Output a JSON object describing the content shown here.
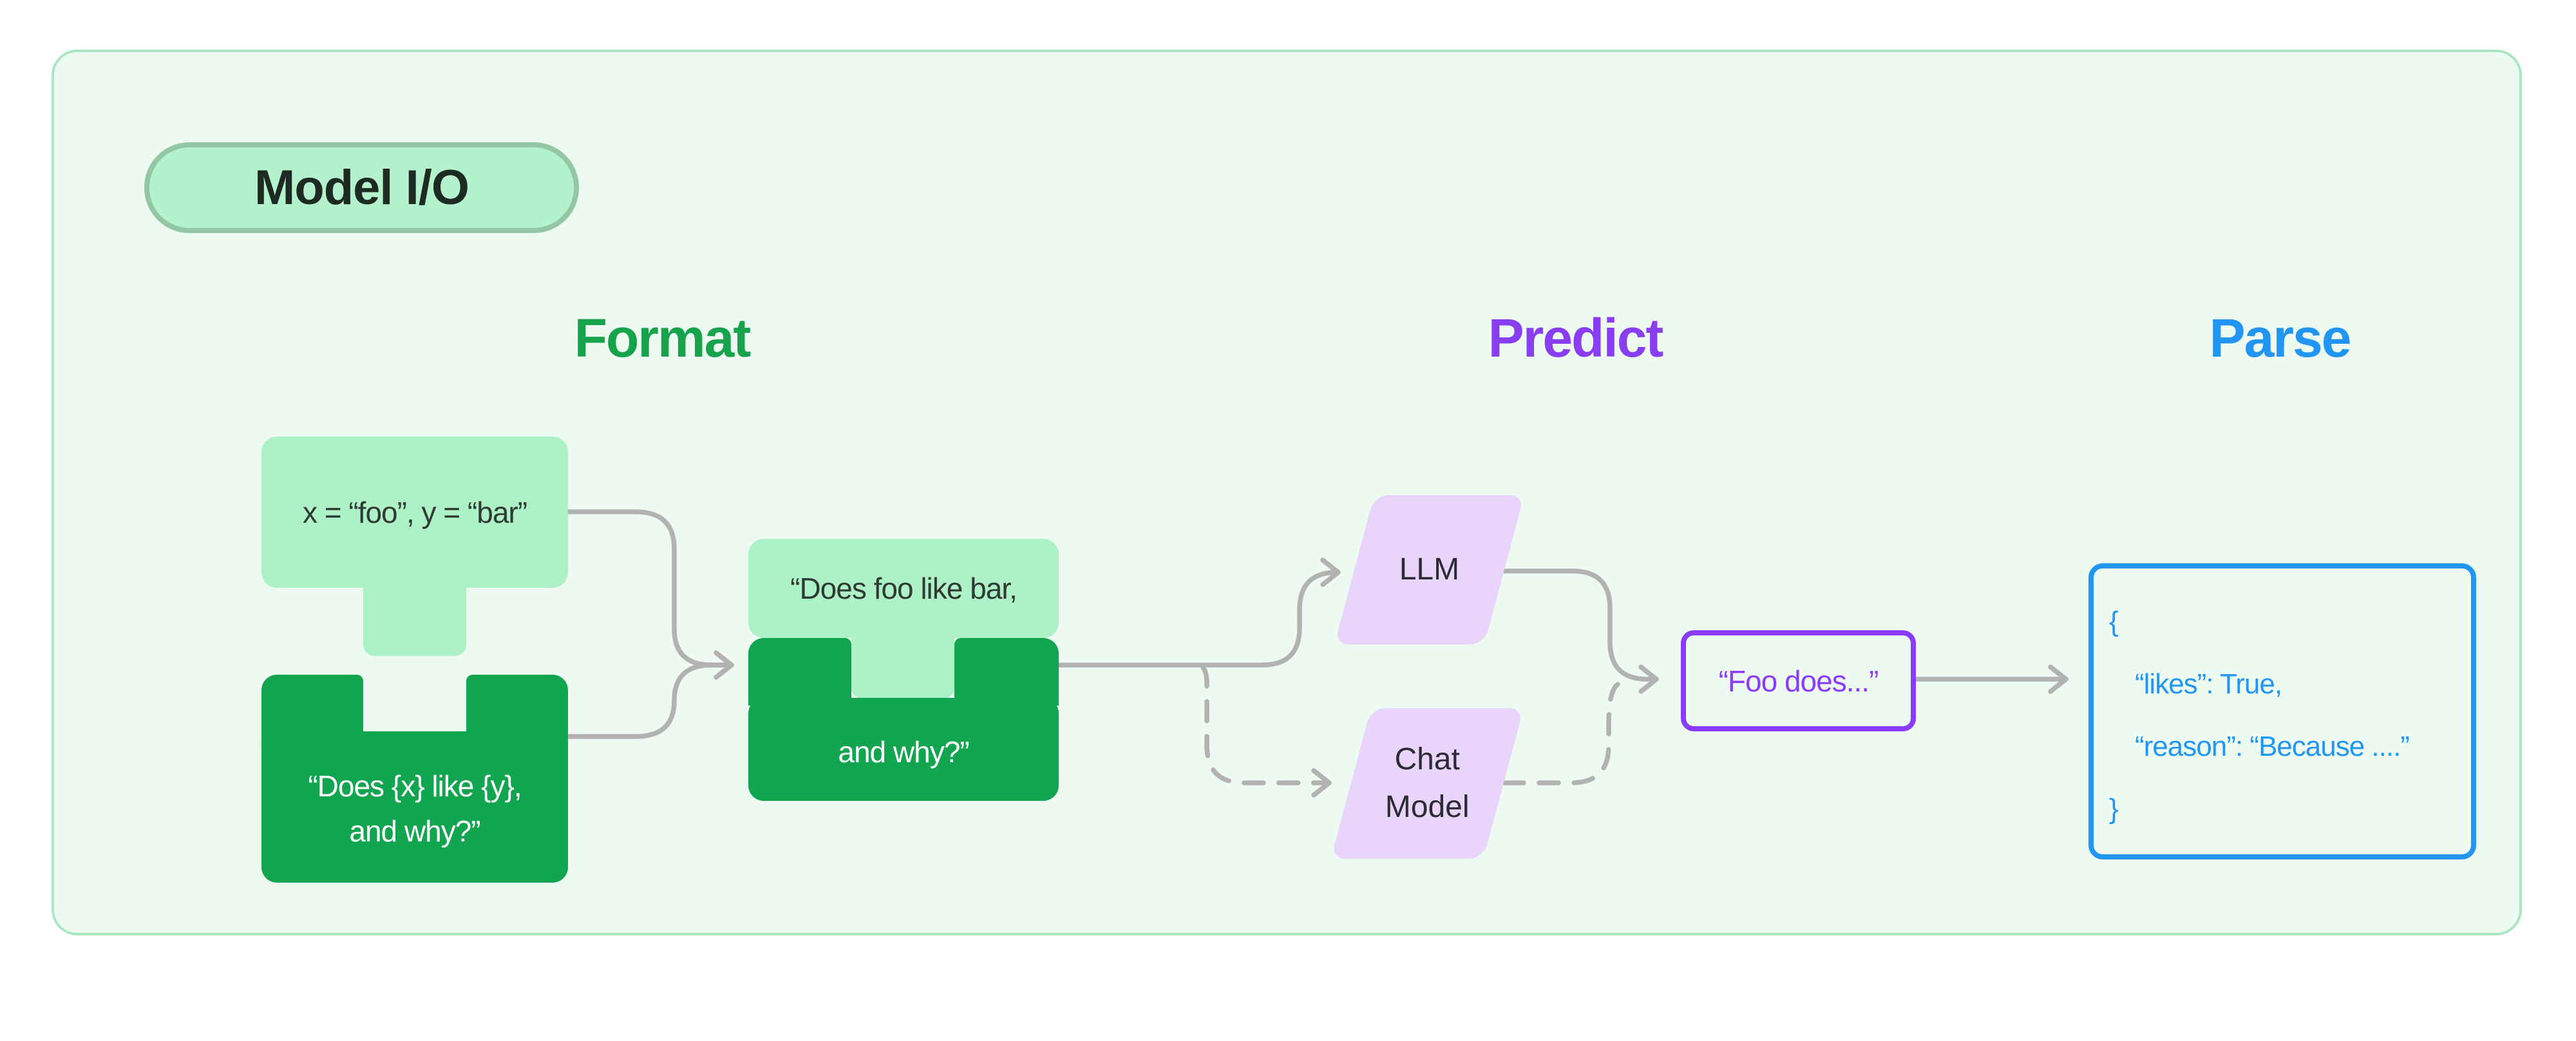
{
  "badge": {
    "label": "Model I/O"
  },
  "headers": {
    "format": "Format",
    "predict": "Predict",
    "parse": "Parse"
  },
  "nodes": {
    "variables": {
      "text": "x = “foo”, y = “bar”"
    },
    "template": {
      "line1": "“Does {x} like {y},",
      "line2": "and why?”"
    },
    "prompt": {
      "line1": "“Does foo like bar,",
      "line2": "and why?”"
    },
    "llm": {
      "label": "LLM"
    },
    "chat_model": {
      "line1": "Chat",
      "line2": "Model"
    },
    "completion": {
      "text": "“Foo does...”"
    },
    "parsed_output": {
      "lines": [
        "{",
        "“likes”: True,",
        "“reason”: “Because ....”",
        "}"
      ]
    }
  },
  "colors": {
    "container_bg": "#edfaf1",
    "container_border": "#a9e7c2",
    "badge_bg": "#b3f2cc",
    "badge_border": "#93c7a3",
    "light_green": "#adf1c7",
    "dark_green": "#12a550",
    "format_header": "#16a34c",
    "predict_header": "#8a3ef2",
    "parse_header": "#2095f3",
    "model_fill": "#e9d4fc",
    "completion_purple": "#8a3bfc",
    "parse_blue": "#2196f3",
    "connector_gray": "#b2b2b2"
  }
}
